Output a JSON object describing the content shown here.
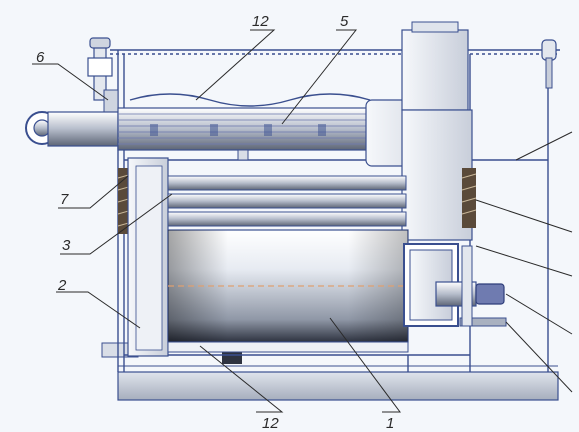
{
  "labels": {
    "l1": "1",
    "l2": "2",
    "l3": "3",
    "l5": "5",
    "l6": "6",
    "l7": "7",
    "l12_top": "12",
    "l12_bottom": "12"
  },
  "colors": {
    "background": "#f4f7fb",
    "outline": "#3a4f8f",
    "shell_light": "#ffffff",
    "shell_dark": "#8f97a6",
    "insulation": "#5a4a3a",
    "base": "#c8d0dd",
    "marker_line": "#e0a070"
  }
}
